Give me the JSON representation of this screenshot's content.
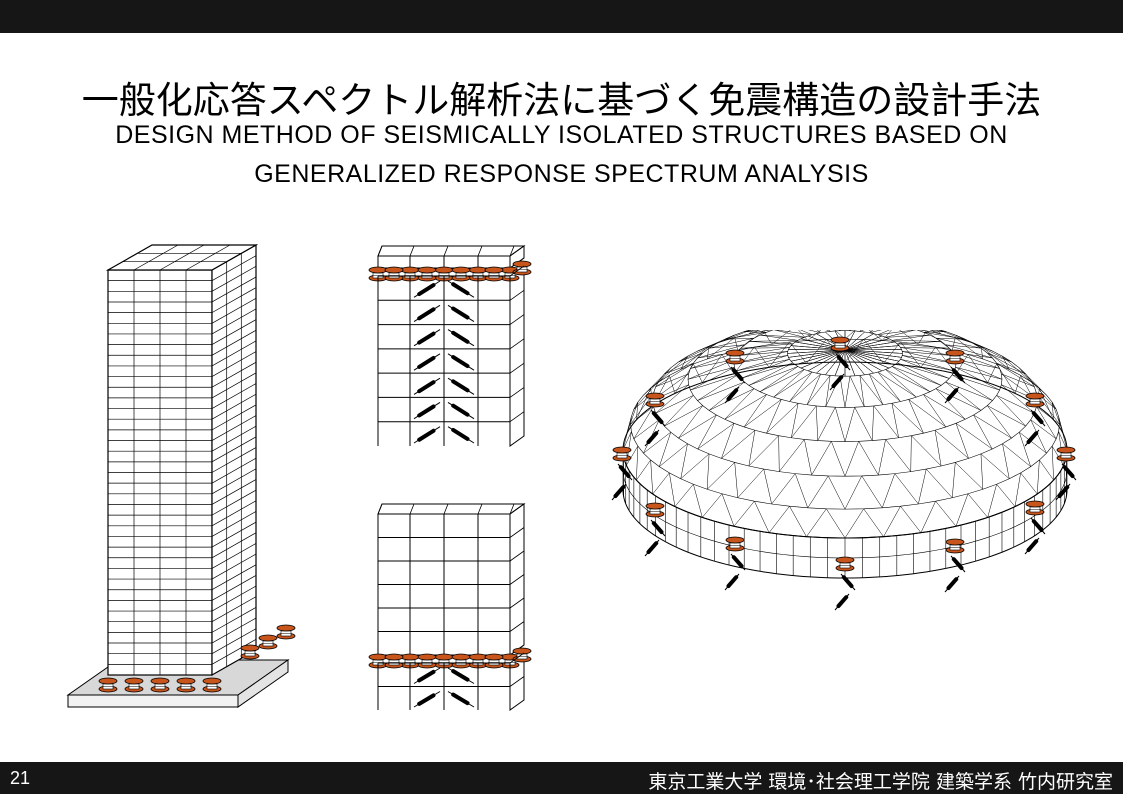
{
  "slide": {
    "title_jp": "一般化応答スペクトル解析法に基づく免震構造の設計手法",
    "title_en_line1": "DESIGN METHOD OF SEISMICALLY ISOLATED STRUCTURES BASED ON",
    "title_en_line2": "GENERALIZED RESPONSE SPECTRUM ANALYSIS"
  },
  "footer": {
    "page_number": "21",
    "affiliation": "東京工業大学 環境･社会理工学院 建築学系 竹内研究室"
  },
  "colors": {
    "bars": "#161616",
    "bearing": "#c8561c",
    "line": "#000000"
  },
  "figures": [
    {
      "id": "tower",
      "icon": "isolated-high-rise-tower"
    },
    {
      "id": "mid-story-top",
      "icon": "mid-story-isolated-frame-upper"
    },
    {
      "id": "base-isolated-frame",
      "icon": "base-isolated-frame-lower"
    },
    {
      "id": "dome",
      "icon": "isolated-lattice-dome"
    }
  ]
}
